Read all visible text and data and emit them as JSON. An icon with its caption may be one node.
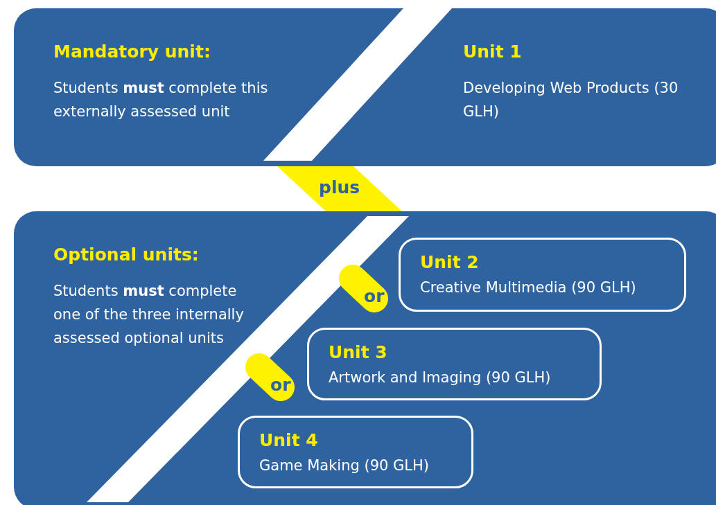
{
  "diagram": {
    "nodes": [
      {
        "text": [
          "Mandatory unit:",
          "Students **must** complete this externally assessed unit",
          "Unit 1",
          "Developing Web Products (30 GLH)"
        ]
      },
      {
        "text": [
          "plus"
        ]
      },
      {
        "text": [
          "Optional units:",
          "Students **must** complete one of the three internally assessed optional units"
        ]
      },
      {
        "text": [
          "or"
        ],
        "in": 2
      },
      {
        "text": [
          "Unit 2",
          "Creative Multimedia (90 GLH)"
        ],
        "in": 2
      },
      {
        "text": [
          "Unit 3",
          "Artwork and Imaging (90 GLH)"
        ],
        "in": 2
      },
      {
        "text": [
          "or"
        ],
        "in": 2
      },
      {
        "text": [
          "Unit 4",
          "Game Making (90 GLH)"
        ],
        "in": 2
      }
    ],
    "edges": []
  }
}
